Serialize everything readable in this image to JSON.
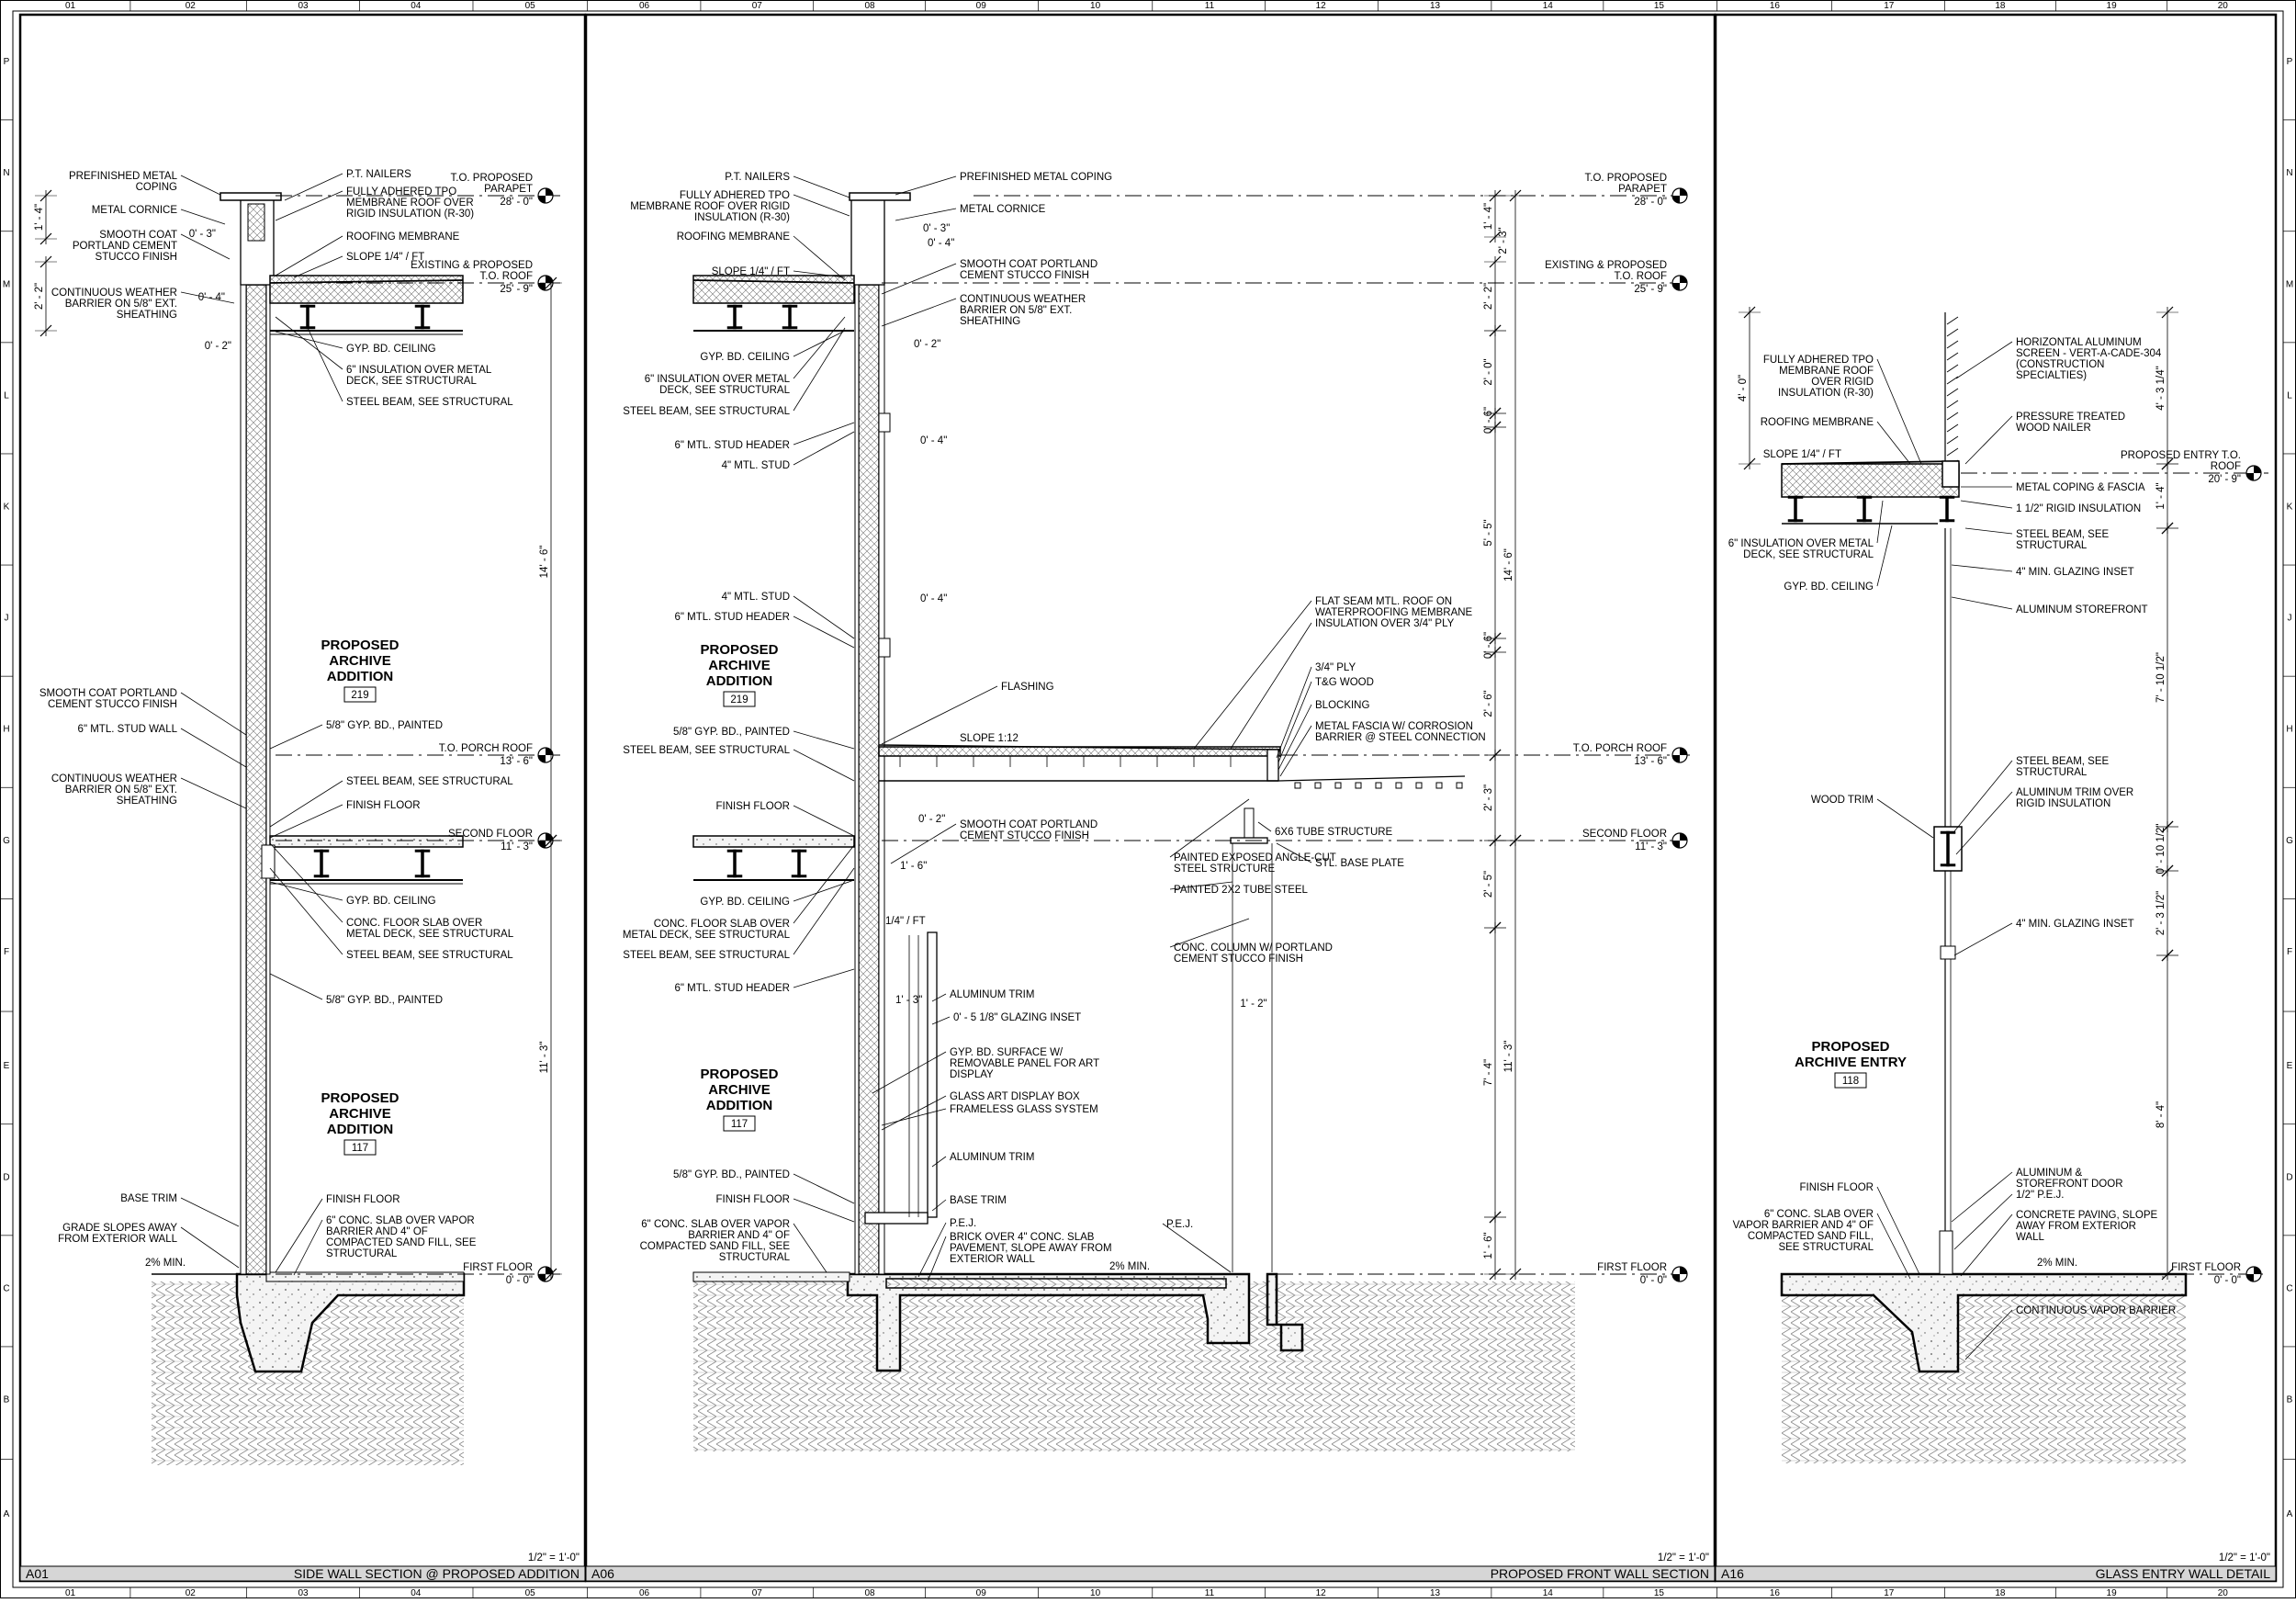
{
  "grid": {
    "columns": [
      "01",
      "02",
      "03",
      "04",
      "05",
      "06",
      "07",
      "08",
      "09",
      "10",
      "11",
      "12",
      "13",
      "14",
      "15",
      "16",
      "17",
      "18",
      "19",
      "20"
    ],
    "rows": [
      "P",
      "N",
      "M",
      "L",
      "K",
      "J",
      "H",
      "G",
      "F",
      "E",
      "D",
      "C",
      "B",
      "A"
    ]
  },
  "panels": [
    {
      "id": "A01",
      "title": "SIDE WALL SECTION @ PROPOSED ADDITION",
      "scale": "1/2\" = 1'-0\"",
      "rooms": [
        {
          "name": [
            "PROPOSED",
            "ARCHIVE",
            "ADDITION"
          ],
          "number": "219"
        },
        {
          "name": [
            "PROPOSED",
            "ARCHIVE",
            "ADDITION"
          ],
          "number": "117"
        }
      ],
      "levels": [
        {
          "name": [
            "T.O. PROPOSED",
            "PARAPET"
          ],
          "elev": "28' - 0\""
        },
        {
          "name": [
            "EXISTING & PROPOSED",
            "T.O. ROOF"
          ],
          "elev": "25' - 9\""
        },
        {
          "name": [
            "T.O. PORCH ROOF"
          ],
          "elev": "13' - 6\""
        },
        {
          "name": [
            "SECOND FLOOR"
          ],
          "elev": "11' - 3\""
        },
        {
          "name": [
            "FIRST FLOOR"
          ],
          "elev": "0' - 0\""
        }
      ],
      "notes_left": [
        [
          "PREFINISHED METAL",
          "COPING"
        ],
        [
          "METAL CORNICE"
        ],
        [
          "SMOOTH COAT",
          "PORTLAND CEMENT",
          "STUCCO FINISH"
        ],
        [
          "CONTINUOUS WEATHER",
          "BARRIER ON 5/8\" EXT.",
          "SHEATHING"
        ],
        [
          "SMOOTH COAT PORTLAND",
          "CEMENT STUCCO FINISH"
        ],
        [
          "6\" MTL. STUD WALL"
        ],
        [
          "CONTINUOUS WEATHER",
          "BARRIER ON 5/8\" EXT.",
          "SHEATHING"
        ],
        [
          "BASE TRIM"
        ],
        [
          "GRADE SLOPES AWAY",
          "FROM EXTERIOR WALL"
        ]
      ],
      "notes_right": [
        [
          "P.T. NAILERS"
        ],
        [
          "FULLY ADHERED TPO",
          "MEMBRANE ROOF OVER",
          "RIGID INSULATION (R-30)"
        ],
        [
          "ROOFING MEMBRANE"
        ],
        [
          "SLOPE 1/4\" / FT"
        ],
        [
          "GYP. BD. CEILING"
        ],
        [
          "6\" INSULATION OVER METAL",
          "DECK, SEE STRUCTURAL"
        ],
        [
          "STEEL BEAM, SEE STRUCTURAL"
        ],
        [
          "5/8\" GYP. BD., PAINTED"
        ],
        [
          "STEEL BEAM, SEE STRUCTURAL"
        ],
        [
          "FINISH FLOOR"
        ],
        [
          "GYP. BD. CEILING"
        ],
        [
          "CONC. FLOOR SLAB OVER",
          "METAL DECK, SEE STRUCTURAL"
        ],
        [
          "STEEL BEAM, SEE STRUCTURAL"
        ],
        [
          "5/8\" GYP. BD., PAINTED"
        ],
        [
          "FINISH FLOOR"
        ],
        [
          "6\" CONC. SLAB OVER VAPOR",
          "BARRIER AND 4\" OF",
          "COMPACTED SAND FILL, SEE",
          "STRUCTURAL"
        ]
      ],
      "dims": [
        "1' - 4\"",
        "2' - 2\"",
        "0' - 3\"",
        "0' - 4\"",
        "0' - 2\"",
        "14' - 6\"",
        "11' - 3\"",
        "2% MIN."
      ]
    },
    {
      "id": "A06",
      "title": "PROPOSED FRONT WALL SECTION",
      "scale": "1/2\" = 1'-0\"",
      "rooms": [
        {
          "name": [
            "PROPOSED",
            "ARCHIVE",
            "ADDITION"
          ],
          "number": "219"
        },
        {
          "name": [
            "PROPOSED",
            "ARCHIVE",
            "ADDITION"
          ],
          "number": "117"
        }
      ],
      "levels": [
        {
          "name": [
            "T.O. PROPOSED",
            "PARAPET"
          ],
          "elev": "28' - 0\""
        },
        {
          "name": [
            "EXISTING & PROPOSED",
            "T.O. ROOF"
          ],
          "elev": "25' - 9\""
        },
        {
          "name": [
            "T.O. PORCH ROOF"
          ],
          "elev": "13' - 6\""
        },
        {
          "name": [
            "SECOND FLOOR"
          ],
          "elev": "11' - 3\""
        },
        {
          "name": [
            "FIRST FLOOR"
          ],
          "elev": "0' - 0\""
        }
      ],
      "notes_left": [
        [
          "P.T. NAILERS"
        ],
        [
          "FULLY ADHERED TPO",
          "MEMBRANE ROOF OVER RIGID",
          "INSULATION (R-30)"
        ],
        [
          "ROOFING MEMBRANE"
        ],
        [
          "SLOPE 1/4\" / FT"
        ],
        [
          "GYP. BD. CEILING"
        ],
        [
          "6\" INSULATION OVER METAL",
          "DECK, SEE STRUCTURAL"
        ],
        [
          "STEEL BEAM, SEE STRUCTURAL"
        ],
        [
          "6\" MTL. STUD HEADER"
        ],
        [
          "4\" MTL. STUD"
        ],
        [
          "4\" MTL. STUD"
        ],
        [
          "6\" MTL. STUD HEADER"
        ],
        [
          "5/8\" GYP. BD., PAINTED"
        ],
        [
          "STEEL BEAM, SEE STRUCTURAL"
        ],
        [
          "FINISH FLOOR"
        ],
        [
          "GYP. BD. CEILING"
        ],
        [
          "CONC. FLOOR SLAB OVER",
          "METAL DECK, SEE STRUCTURAL"
        ],
        [
          "STEEL BEAM, SEE STRUCTURAL"
        ],
        [
          "6\" MTL. STUD HEADER"
        ],
        [
          "5/8\" GYP. BD., PAINTED"
        ],
        [
          "FINISH FLOOR"
        ],
        [
          "6\" CONC. SLAB OVER VAPOR",
          "BARRIER AND 4\" OF",
          "COMPACTED SAND FILL, SEE",
          "STRUCTURAL"
        ]
      ],
      "notes_right": [
        [
          "PREFINISHED METAL COPING"
        ],
        [
          "METAL CORNICE"
        ],
        [
          "SMOOTH COAT PORTLAND",
          "CEMENT STUCCO FINISH"
        ],
        [
          "CONTINUOUS WEATHER",
          "BARRIER ON 5/8\" EXT.",
          "SHEATHING"
        ],
        [
          "FLASHING"
        ],
        [
          "SLOPE 1:12"
        ],
        [
          "SMOOTH COAT PORTLAND",
          "CEMENT STUCCO FINISH"
        ],
        [
          "1/4\" / FT"
        ],
        [
          "ALUMINUM TRIM"
        ],
        [
          "0' - 5 1/8\" GLAZING INSET"
        ],
        [
          "GYP. BD. SURFACE W/",
          "REMOVABLE PANEL FOR ART",
          "DISPLAY"
        ],
        [
          "GLASS ART DISPLAY BOX"
        ],
        [
          "FRAMELESS GLASS SYSTEM"
        ],
        [
          "ALUMINUM TRIM"
        ],
        [
          "BASE TRIM"
        ],
        [
          "P.E.J."
        ],
        [
          "BRICK OVER 4\" CONC. SLAB",
          "PAVEMENT, SLOPE AWAY FROM",
          "EXTERIOR WALL"
        ],
        [
          "P.E.J."
        ],
        [
          "FLAT SEAM MTL. ROOF ON",
          "WATERPROOFING MEMBRANE"
        ],
        [
          "INSULATION OVER 3/4\" PLY"
        ],
        [
          "3/4\" PLY"
        ],
        [
          "T&G WOOD"
        ],
        [
          "BLOCKING"
        ],
        [
          "METAL FASCIA W/ CORROSION",
          "BARRIER @ STEEL CONNECTION"
        ],
        [
          "6X6 TUBE STRUCTURE"
        ],
        [
          "STL. BASE PLATE"
        ],
        [
          "PAINTED EXPOSED ANGLE-CUT",
          "STEEL STRUCTURE"
        ],
        [
          "PAINTED 2X2 TUBE STEEL"
        ],
        [
          "CONC. COLUMN W/ PORTLAND",
          "CEMENT STUCCO FINISH"
        ]
      ],
      "dims": [
        "0' - 3\"",
        "0' - 4\"",
        "0' - 2\"",
        "0' - 4\"",
        "0' - 4\"",
        "0' - 2\"",
        "1' - 6\"",
        "1' - 3\"",
        "1' - 2\"",
        "1' - 4\"",
        "2' - 2\"",
        "2' - 0\"",
        "0' - 6\"",
        "5' - 5\"",
        "0' - 6\"",
        "2' - 6\"",
        "2' - 3\"",
        "2' - 5\"",
        "7' - 4\"",
        "1' - 6\"",
        "2' - 3\"",
        "14' - 6\"",
        "11' - 3\"",
        "2% MIN."
      ]
    },
    {
      "id": "A16",
      "title": "GLASS ENTRY WALL DETAIL",
      "scale": "1/2\" = 1'-0\"",
      "rooms": [
        {
          "name": [
            "PROPOSED",
            "ARCHIVE ENTRY"
          ],
          "number": "118"
        }
      ],
      "levels": [
        {
          "name": [
            "PROPOSED ENTRY T.O.",
            "ROOF"
          ],
          "elev": "20' - 9\""
        },
        {
          "name": [
            "FIRST FLOOR"
          ],
          "elev": "0' - 0\""
        }
      ],
      "notes_left": [
        [
          "FULLY ADHERED TPO",
          "MEMBRANE ROOF",
          "OVER RIGID",
          "INSULATION (R-30)"
        ],
        [
          "ROOFING MEMBRANE"
        ],
        [
          "SLOPE 1/4\" / FT"
        ],
        [
          "6\" INSULATION OVER METAL",
          "DECK, SEE STRUCTURAL"
        ],
        [
          "GYP. BD. CEILING"
        ],
        [
          "WOOD TRIM"
        ],
        [
          "FINISH FLOOR"
        ],
        [
          "6\" CONC. SLAB OVER",
          "VAPOR BARRIER AND 4\" OF",
          "COMPACTED SAND FILL,",
          "SEE STRUCTURAL"
        ]
      ],
      "notes_right": [
        [
          "HORIZONTAL ALUMINUM",
          "SCREEN - VERT-A-CADE-304",
          "(CONSTRUCTION",
          "SPECIALTIES)"
        ],
        [
          "PRESSURE TREATED",
          "WOOD NAILER"
        ],
        [
          "METAL COPING & FASCIA"
        ],
        [
          "1 1/2\" RIGID INSULATION"
        ],
        [
          "STEEL BEAM, SEE",
          "STRUCTURAL"
        ],
        [
          "4\" MIN. GLAZING INSET"
        ],
        [
          "ALUMINUM STOREFRONT"
        ],
        [
          "STEEL BEAM, SEE",
          "STRUCTURAL"
        ],
        [
          "ALUMINUM TRIM OVER",
          "RIGID INSULATION"
        ],
        [
          "4\" MIN. GLAZING INSET"
        ],
        [
          "ALUMINUM &",
          "STOREFRONT DOOR"
        ],
        [
          "1/2\" P.E.J."
        ],
        [
          "CONCRETE PAVING, SLOPE",
          "AWAY FROM EXTERIOR",
          "WALL"
        ],
        [
          "CONTINUOUS VAPOR BARRIER"
        ]
      ],
      "dims": [
        "4' - 0\"",
        "4' - 3 1/4\"",
        "1' - 4\"",
        "7' - 10 1/2\"",
        "0' - 10 1/2\"",
        "2' - 3 1/2\"",
        "8' - 4\"",
        "2% MIN."
      ]
    }
  ],
  "colors": {
    "line": "#000000",
    "title_bar": "#d6d6d6",
    "hatch": "#7a7a7a"
  }
}
